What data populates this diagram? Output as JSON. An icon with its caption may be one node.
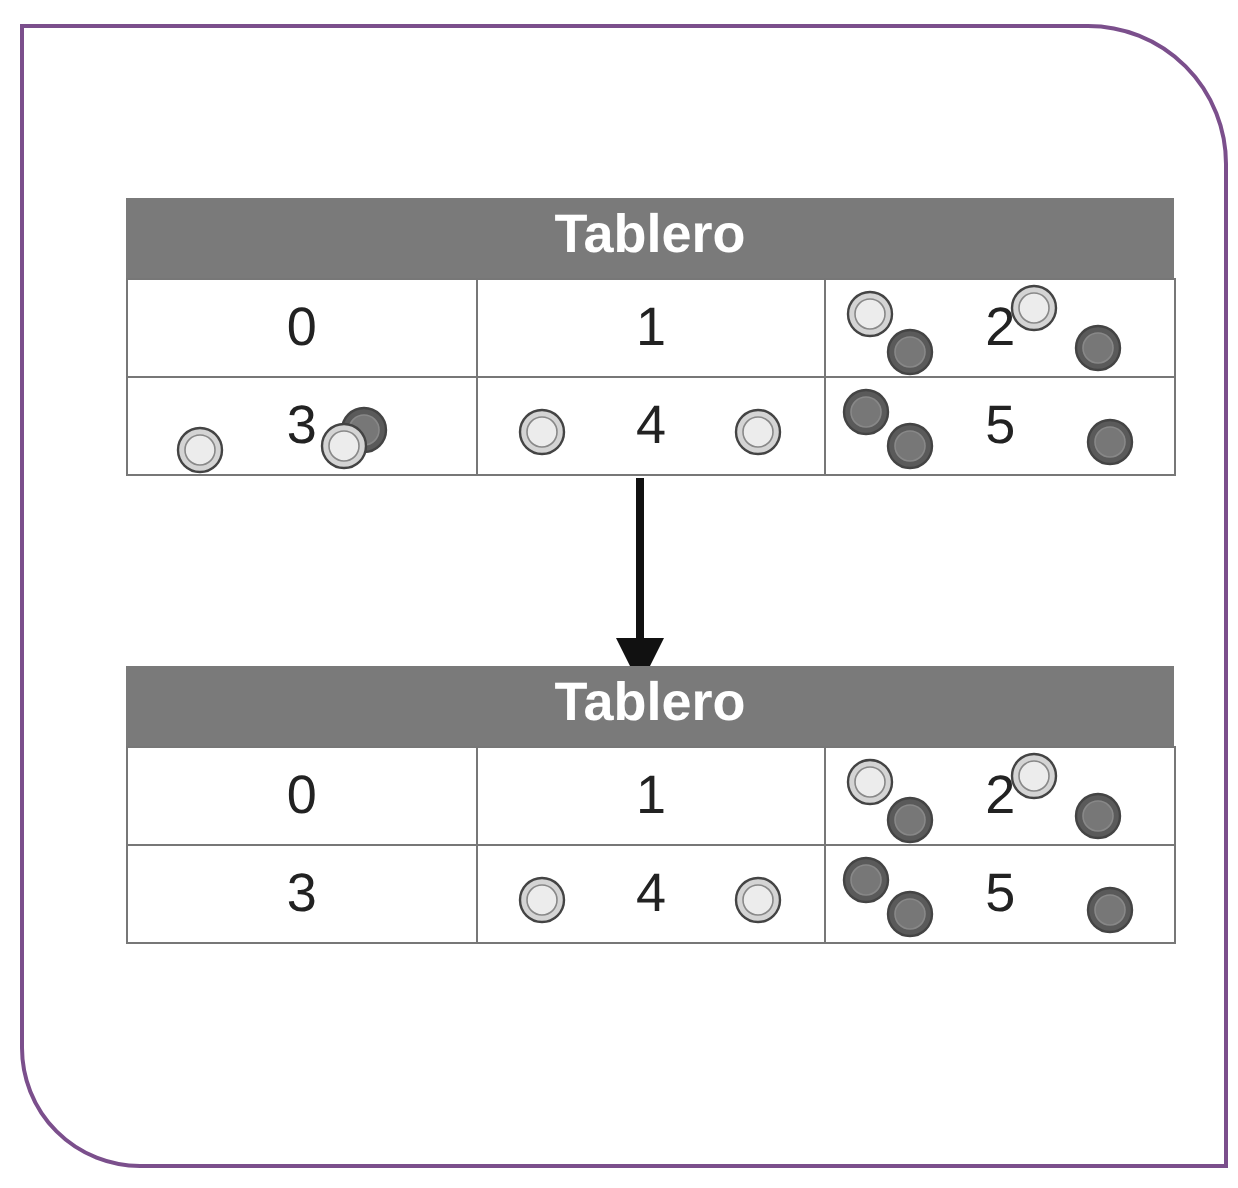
{
  "diagram": {
    "nodes": [
      {
        "text": [
          "Tablero"
        ]
      },
      {
        "text": [
          "0"
        ],
        "in": 0
      },
      {
        "text": [
          "1"
        ],
        "in": 0
      },
      {
        "text": [
          "2"
        ],
        "in": 0
      },
      {
        "text": [
          "3"
        ],
        "in": 0
      },
      {
        "text": [
          "4"
        ],
        "in": 0
      },
      {
        "text": [
          "5"
        ],
        "in": 0
      },
      {
        "text": [
          "Tablero"
        ]
      },
      {
        "text": [
          "0"
        ],
        "in": 7
      },
      {
        "text": [
          "1"
        ],
        "in": 7
      },
      {
        "text": [
          "2"
        ],
        "in": 7
      },
      {
        "text": [
          "3"
        ],
        "in": 7
      },
      {
        "text": [
          "4"
        ],
        "in": 7
      },
      {
        "text": [
          "5"
        ],
        "in": 7
      }
    ],
    "edges": [
      {
        "from": 0,
        "to": 7,
        "arrow": "to"
      }
    ]
  }
}
